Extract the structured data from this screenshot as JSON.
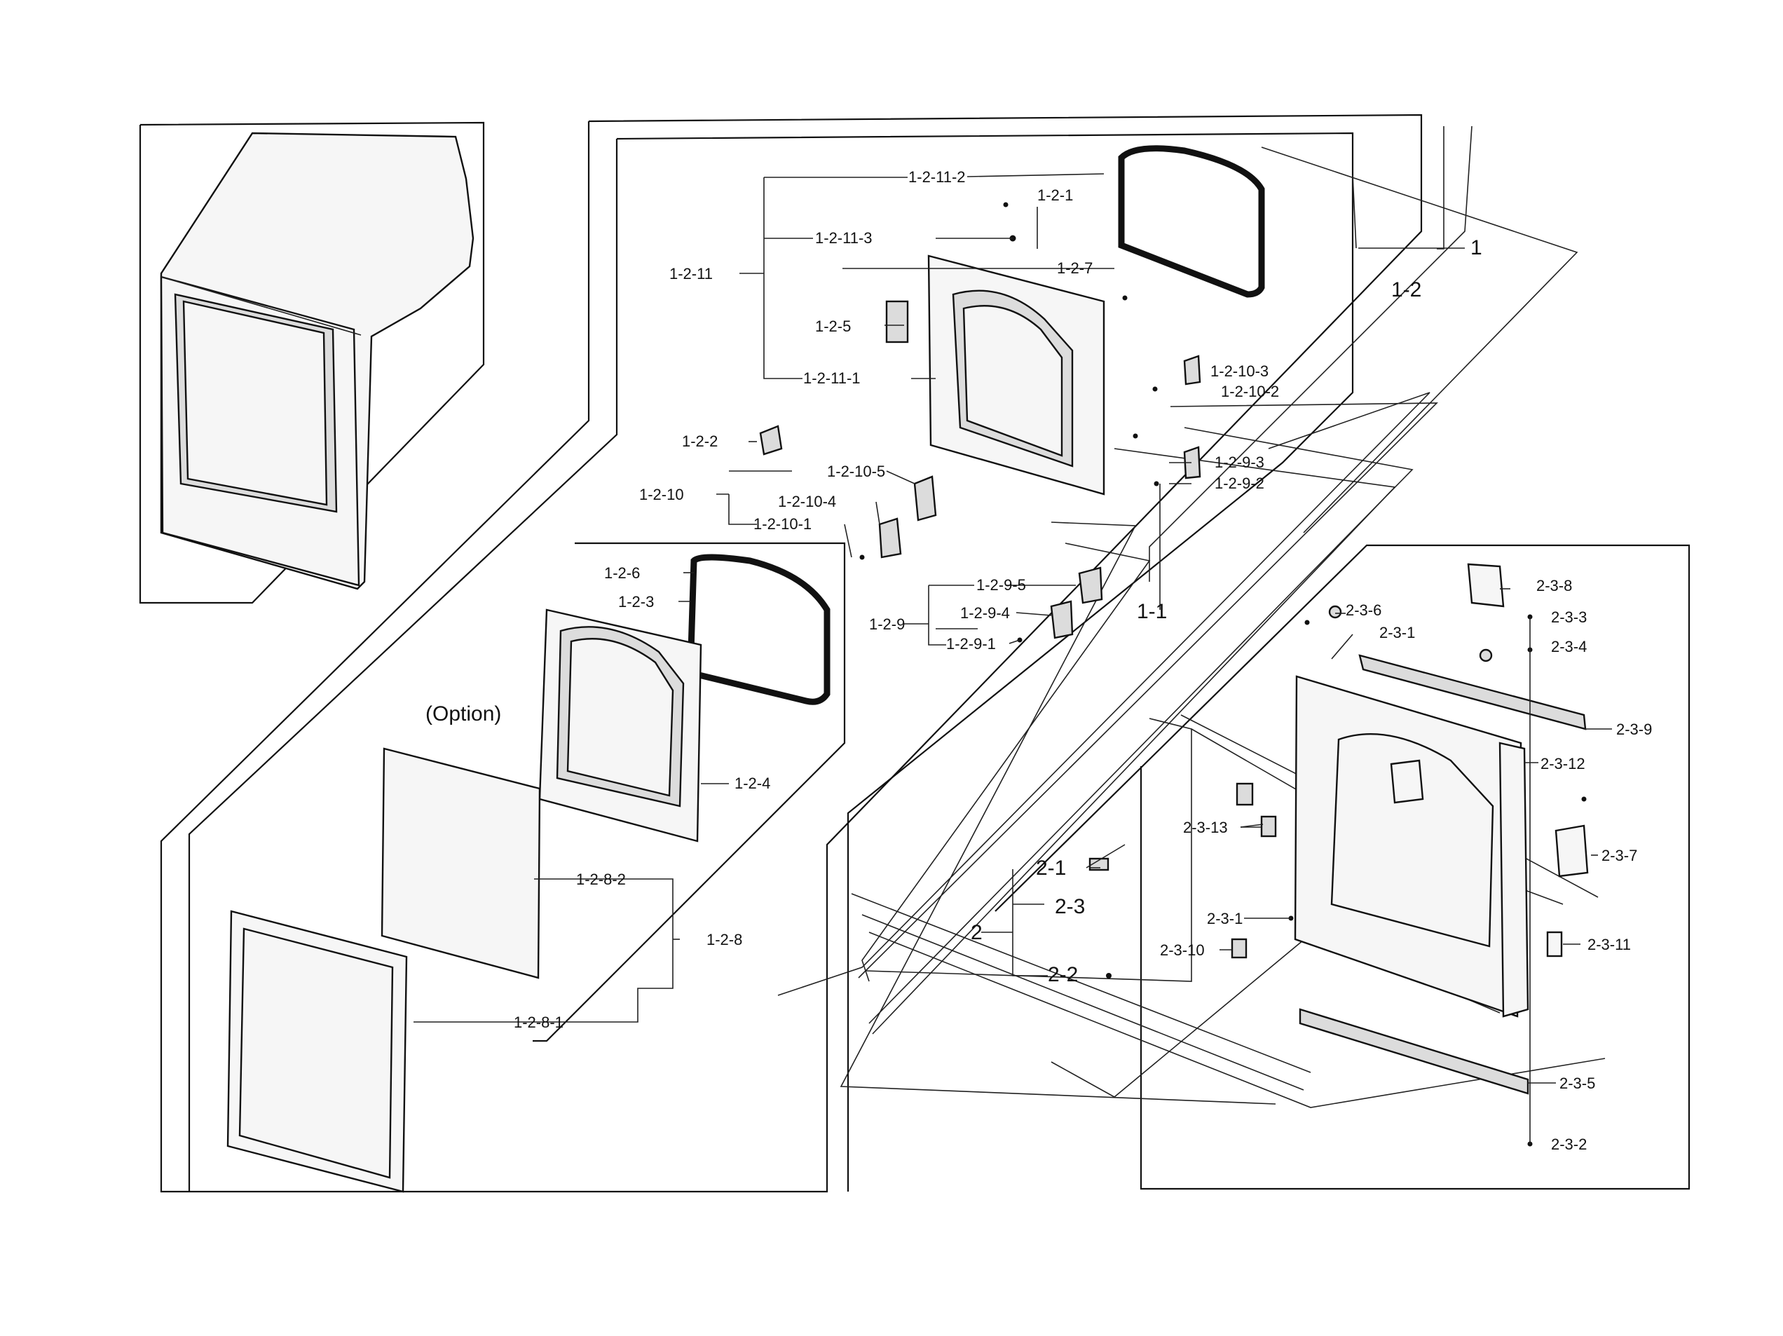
{
  "labels": {
    "l_1_2_11_2": "-2-11-2",
    "l_1_2_1": "1-2-1",
    "l_1_2_11_3": "-2-11-3",
    "l_1_2_7": "1-2-7",
    "l_1_2_11": "1-2-11",
    "l_1_2_5": "1-2-5",
    "l_1_2_11_1": "-2-11-1",
    "l_1_2_2": "1-2-2",
    "l_1_2_10_5": "-2-10-5",
    "l_1_2_10": "1-2-10",
    "l_1_2_10_4": "-2-10-4",
    "l_1_2_10_1": "-2-10-1",
    "l_1_2_10_3": "-2-10-3",
    "l_1_2_10_2": "-2-10-2",
    "l_1_2_9_3": "1-2-9-3",
    "l_1_2_9_2": "1-2-9-2",
    "l_1_2_9_5": "1-2-9-5",
    "l_1_2_9_4": "1-2-9-4",
    "l_1_2_9_1": "1-2-9-1",
    "l_1_2_9": "1-2-9",
    "l_1": "1",
    "l_1_2": "1-2",
    "l_1_1": "1-1",
    "l_1_2_6": "1-2-6",
    "l_1_2_3": "1-2-3",
    "l_option": "(Option)",
    "l_1_2_4": "1-2-4",
    "l_1_2_8_2": "1-2-8-2",
    "l_1_2_8": "1-2-8",
    "l_1_2_8_1": "1-2-8-1",
    "l_2_3_6": "2-3-6",
    "l_2_3_1_top": "2-3-1",
    "l_2_3_8": "2-3-8",
    "l_2_3_3": "2-3-3",
    "l_2_3_4": "2-3-4",
    "l_2_3_9": "2-3-9",
    "l_2_3_12": "2-3-12",
    "l_2_3_13": "2-3-13",
    "l_2_1": "2-1",
    "l_2_3_7": "2-3-7",
    "l_2_3": "2-3",
    "l_2": "2",
    "l_2_3_1_bot": "2-3-1",
    "l_2_3_10": "2-3-10",
    "l_2_3_11": "2-3-11",
    "l_2_2": "2-2",
    "l_2_3_5": "2-3-5",
    "l_2_3_2": "2-3-2"
  }
}
